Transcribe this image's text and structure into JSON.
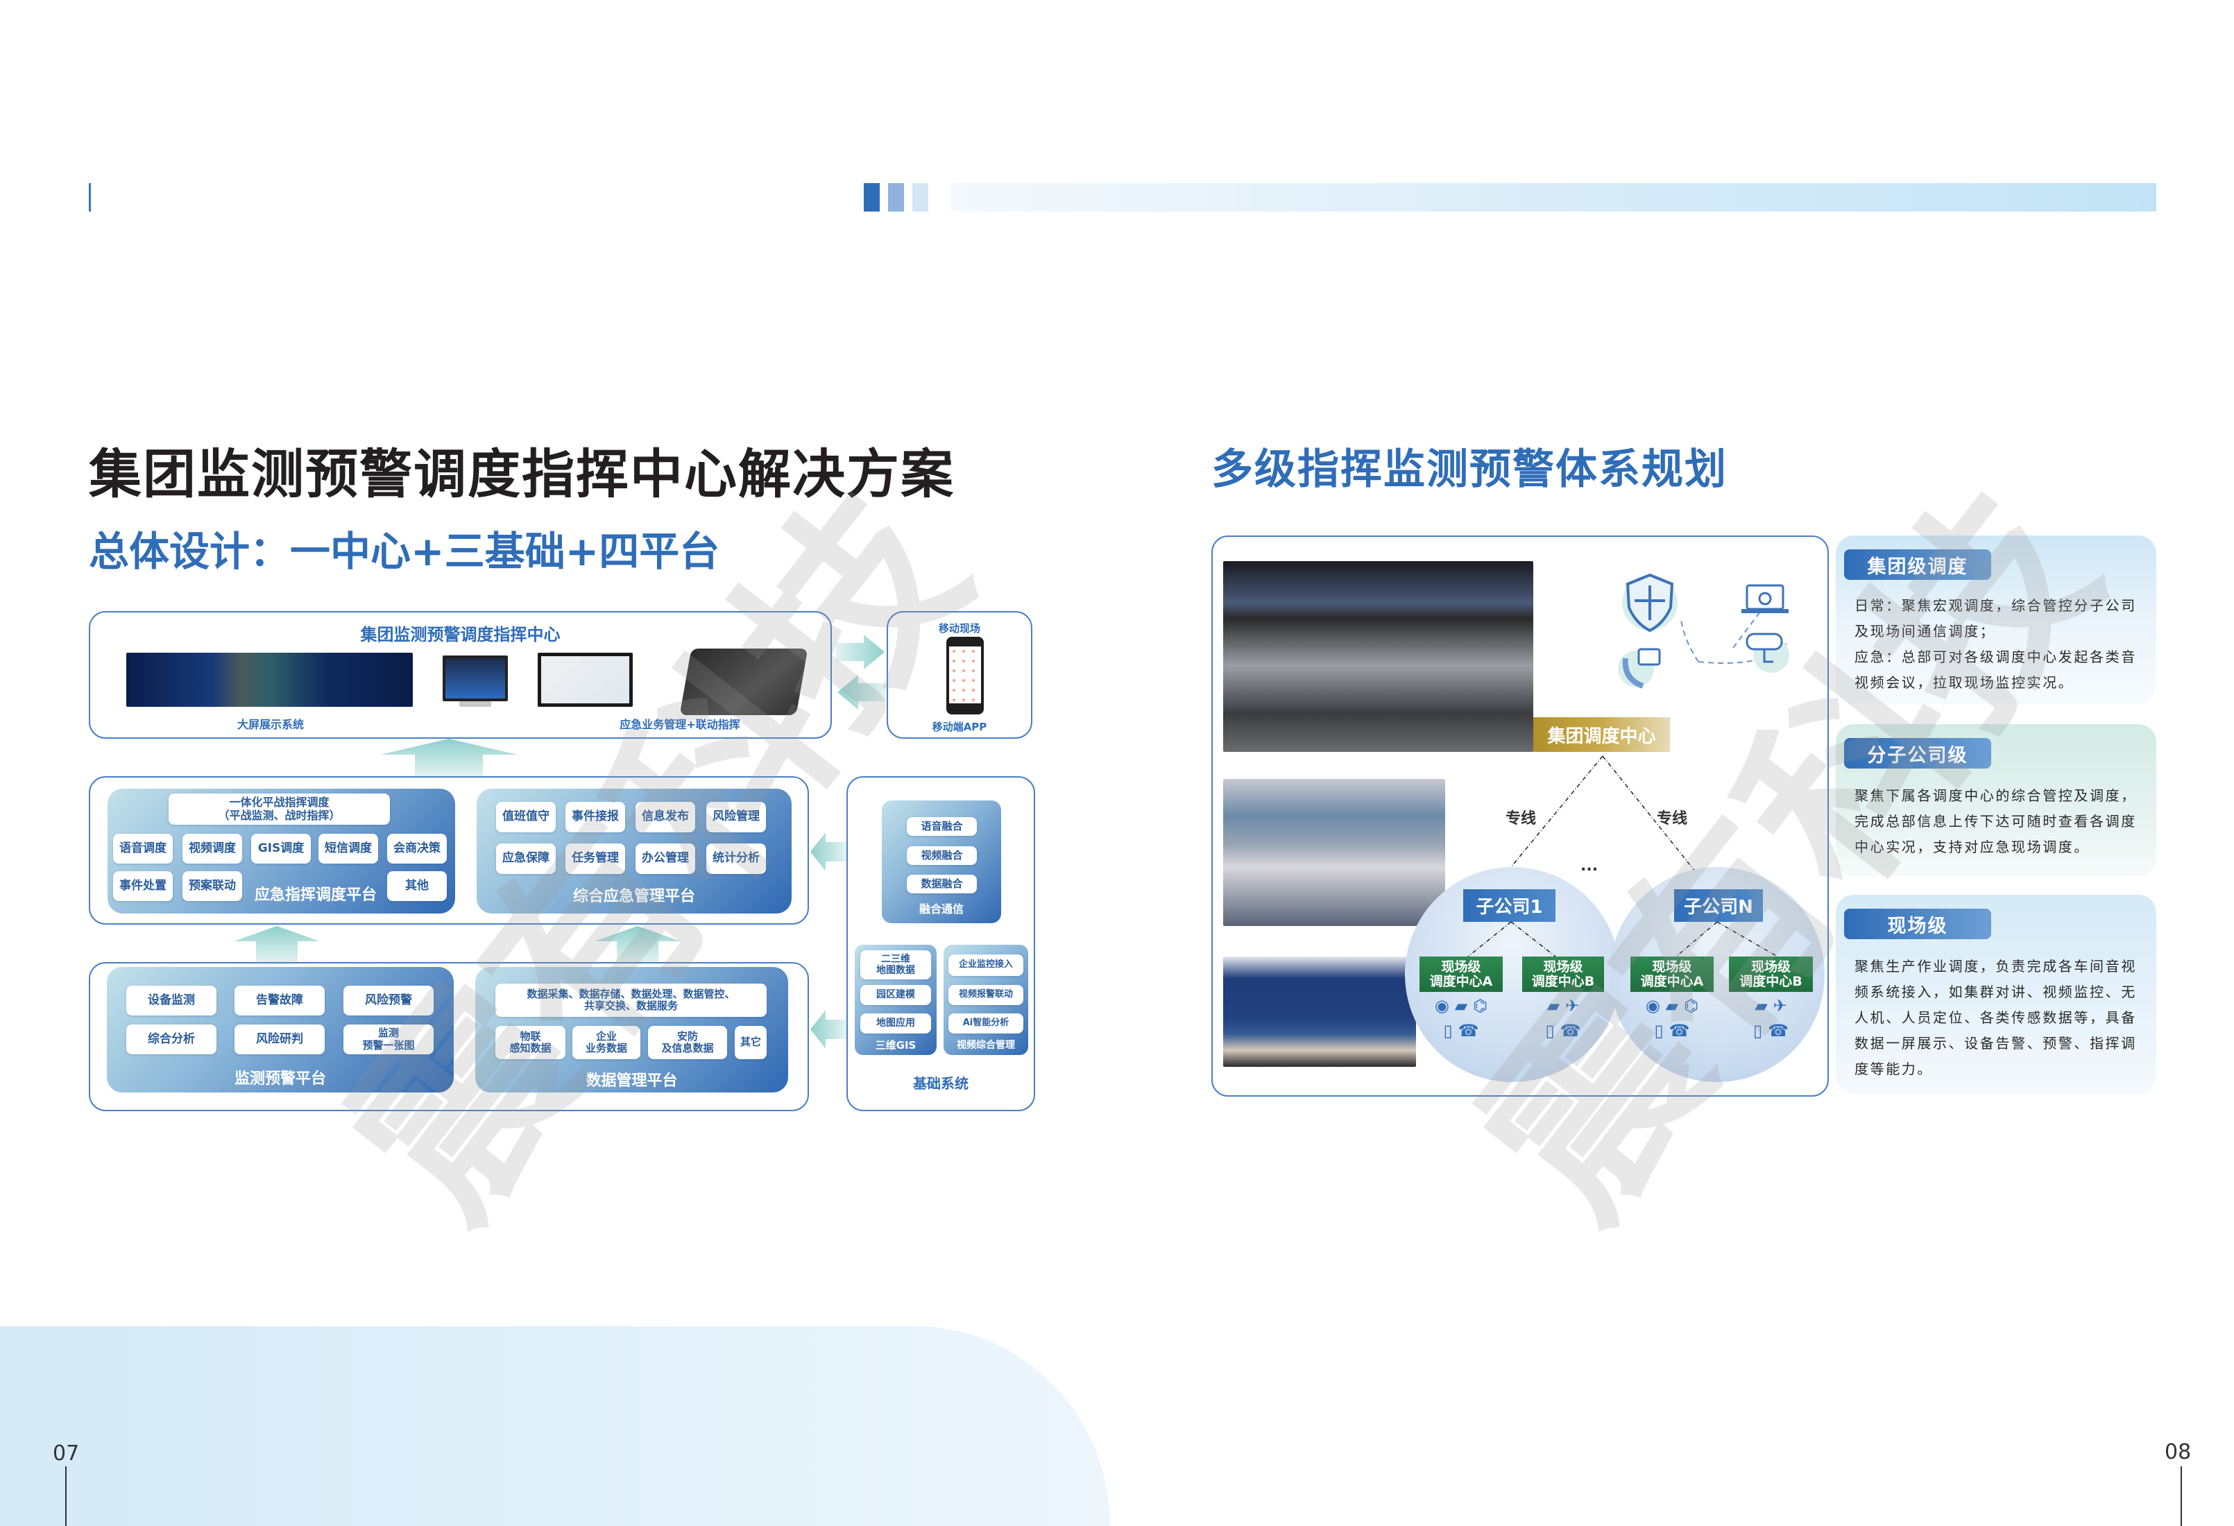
{
  "header": {
    "left_title": "集团监测预警调度指挥中心解决方案",
    "left_subtitle": "总体设计：一中心+三基础+四平台",
    "right_title": "多级指挥监测预警体系规划",
    "accent_colors": [
      "#2f6db8",
      "#8fb3dc",
      "#d3e6f6"
    ]
  },
  "left_diagram": {
    "center": {
      "title": "集团监测预警调度指挥中心",
      "big_screen_label": "大屏展示系统",
      "business_label": "应急业务管理+联动指挥"
    },
    "mobile": {
      "title": "移动现场",
      "label": "移动端APP"
    },
    "dispatch_platform": {
      "header": "一体化平战指挥调度\n（平战监测、战时指挥）",
      "items": [
        "语音调度",
        "视频调度",
        "GIS调度",
        "短信调度",
        "会商决策",
        "事件处置",
        "预案联动",
        "其他"
      ],
      "label": "应急指挥调度平台"
    },
    "emergency_mgmt": {
      "items": [
        "值班值守",
        "事件接报",
        "信息发布",
        "风险管理",
        "应急保障",
        "任务管理",
        "办公管理",
        "统计分析"
      ],
      "label": "综合应急管理平台"
    },
    "monitoring": {
      "items": [
        "设备监测",
        "告警故障",
        "风险预警",
        "综合分析",
        "风险研判",
        "监测\n预警一张图"
      ],
      "label": "监测预警平台"
    },
    "data_mgmt": {
      "header": "数据采集、数据存储、数据处理、数据管控、\n共享交换、数据服务",
      "items": [
        "物联\n感知数据",
        "企业\n业务数据",
        "安防\n及信息数据",
        "其它"
      ],
      "label": "数据管理平台"
    },
    "base": {
      "fusion": {
        "items": [
          "语音融合",
          "视频融合",
          "数据融合"
        ],
        "label": "融合通信"
      },
      "gis": {
        "items": [
          "二三维\n地图数据",
          "园区建模",
          "地图应用"
        ],
        "label": "三维GIS"
      },
      "video": {
        "items": [
          "企业监控接入",
          "视频报警联动",
          "Ai智能分析"
        ],
        "label": "视频综合管理"
      },
      "label": "基础系统"
    }
  },
  "right_diagram": {
    "group_center": "集团调度中心",
    "links": [
      "专线",
      "专线"
    ],
    "ellipsis": "...",
    "subsidiaries": [
      {
        "name": "子公司1",
        "sites": [
          "现场级\n调度中心A",
          "现场级\n调度中心B"
        ]
      },
      {
        "name": "子公司N",
        "sites": [
          "现场级\n调度中心A",
          "现场级\n调度中心B"
        ]
      }
    ],
    "device_icons": [
      "dome-camera",
      "bullet-camera",
      "data",
      "drone",
      "mobile-terminal",
      "telephone"
    ]
  },
  "cards": [
    {
      "title": "集团级调度",
      "text": "日常：聚焦宏观调度，综合管控分子公司及现场间通信调度；\n应急：总部可对各级调度中心发起各类音视频会议，拉取现场监控实况。"
    },
    {
      "title": "分子公司级",
      "text": "聚焦下属各调度中心的综合管控及调度，完成总部信息上传下达可随时查看各调度中心实况，支持对应急现场调度。"
    },
    {
      "title": "现场级",
      "text": "聚焦生产作业调度，负责完成各车间音视频系统接入，如集群对讲、视频监控、无人机、人员定位、各类传感数据等，具备数据一屏展示、设备告警、预警、指挥调度等能力。"
    }
  ],
  "footer": {
    "left_page": "07",
    "right_page": "08"
  },
  "watermark": "震有科技"
}
